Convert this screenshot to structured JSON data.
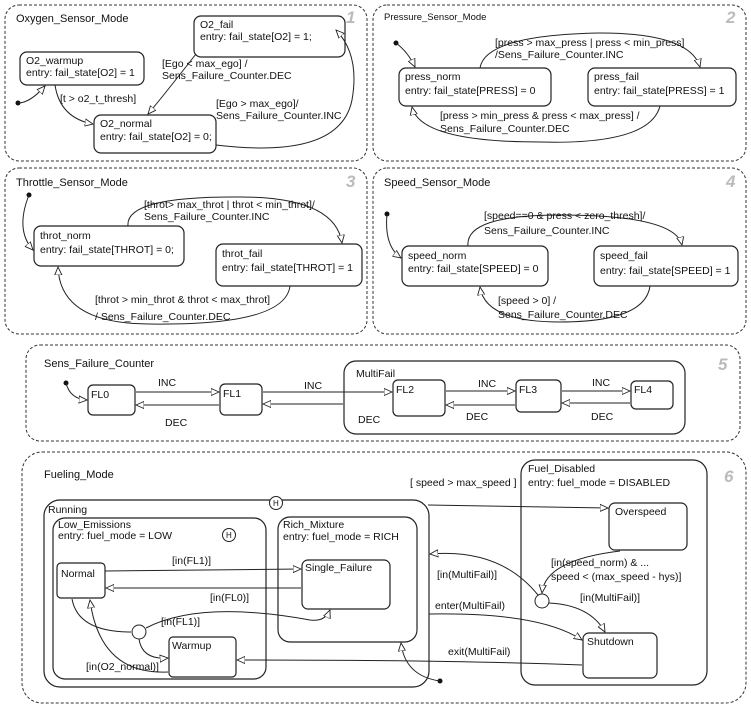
{
  "panels": {
    "oxygen": {
      "title": "Oxygen_Sensor_Mode",
      "number": "1",
      "o2_fail_name": "O2_fail",
      "o2_fail_entry": "entry: fail_state[O2] = 1;",
      "o2_warmup_name": "O2_warmup",
      "o2_warmup_entry": "entry: fail_state[O2] = 1",
      "o2_normal_name": "O2_normal",
      "o2_normal_entry": "entry: fail_state[O2] = 0;",
      "t_ego_low_1": "[Ego < max_ego] /",
      "t_ego_low_2": "Sens_Failure_Counter.DEC",
      "t_warm": "[t > o2_t_thresh]",
      "t_ego_high_1": "[Ego > max_ego]/",
      "t_ego_high_2": "Sens_Failure_Counter.INC"
    },
    "pressure": {
      "title": "Pressure_Sensor_Mode",
      "number": "2",
      "norm_name": "press_norm",
      "norm_entry": "entry:  fail_state[PRESS] = 0",
      "fail_name": "press_fail",
      "fail_entry": "entry: fail_state[PRESS] = 1",
      "t_top_1": "[press > max_press | press < min_press]",
      "t_top_2": "/Sens_Failure_Counter.INC",
      "t_bot_1": "[press > min_press & press < max_press] /",
      "t_bot_2": "Sens_Failure_Counter.DEC"
    },
    "throttle": {
      "title": "Throttle_Sensor_Mode",
      "number": "3",
      "norm_name": "throt_norm",
      "norm_entry": "entry: fail_state[THROT] = 0;",
      "fail_name": "throt_fail",
      "fail_entry": "entry: fail_state[THROT] = 1",
      "t_top_1": "[throt> max_throt | throt < min_throt]/",
      "t_top_2": "Sens_Failure_Counter.INC",
      "t_bot_1": "[throt >  min_throt & throt < max_throt]",
      "t_bot_2": "/ Sens_Failure_Counter.DEC"
    },
    "speed": {
      "title": "Speed_Sensor_Mode",
      "number": "4",
      "norm_name": "speed_norm",
      "norm_entry": "entry: fail_state[SPEED] = 0",
      "fail_name": "speed_fail",
      "fail_entry": "entry: fail_state[SPEED] = 1",
      "t_top_1": "[speed==0 & press < zero_thresh]/",
      "t_top_2": "Sens_Failure_Counter.INC",
      "t_bot_1": "[speed > 0] /",
      "t_bot_2": "Sens_Failure_Counter.DEC"
    },
    "counter": {
      "title": "Sens_Failure_Counter",
      "number": "5",
      "multifail": "MultiFail",
      "fl0": "FL0",
      "fl1": "FL1",
      "fl2": "FL2",
      "fl3": "FL3",
      "fl4": "FL4",
      "inc": "INC",
      "dec": "DEC"
    },
    "fueling": {
      "title": "Fueling_Mode",
      "number": "6",
      "running": "Running",
      "history": "H",
      "low_emissions": "Low_Emissions",
      "low_entry": "entry: fuel_mode = LOW",
      "rich_mixture": "Rich_Mixture",
      "rich_entry": "entry: fuel_mode = RICH",
      "normal": "Normal",
      "single_failure": "Single_Failure",
      "warmup": "Warmup",
      "fuel_disabled": "Fuel_Disabled",
      "disabled_entry": "entry: fuel_mode = DISABLED",
      "overspeed": "Overspeed",
      "shutdown": "Shutdown",
      "t_speed": "[ speed > max_speed ]",
      "t_in_fl1_a": "[in(FL1)]",
      "t_in_fl0": "[in(FL0)]",
      "t_in_fl1_b": "[in(FL1)]",
      "t_in_o2": "[in(O2_normal)]",
      "t_in_multifail_a": "[in(MultiFail)]",
      "t_in_multifail_b": "[in(MultiFail)]",
      "t_speed_norm_1": "[in(speed_norm) & ...",
      "t_speed_norm_2": "speed < (max_speed - hys)]",
      "t_enter": "enter(MultiFail)",
      "t_exit": "exit(MultiFail)"
    }
  }
}
